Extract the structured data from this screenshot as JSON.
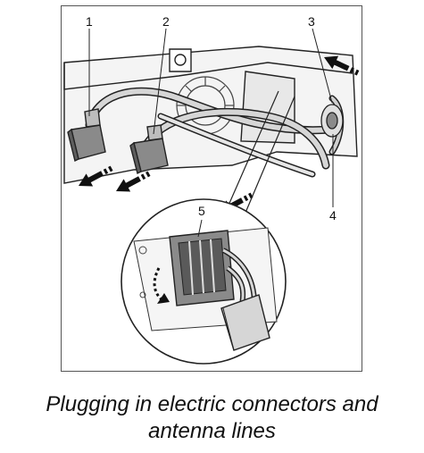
{
  "figure": {
    "callouts": [
      "1",
      "2",
      "3",
      "4",
      "5"
    ],
    "caption_line1": "Plugging in electric connectors and",
    "caption_line2": "antenna lines"
  },
  "colors": {
    "line": "#222222",
    "shade": "#8a8a8a",
    "light_shade": "#d6d6d6",
    "frame": "#555555"
  }
}
